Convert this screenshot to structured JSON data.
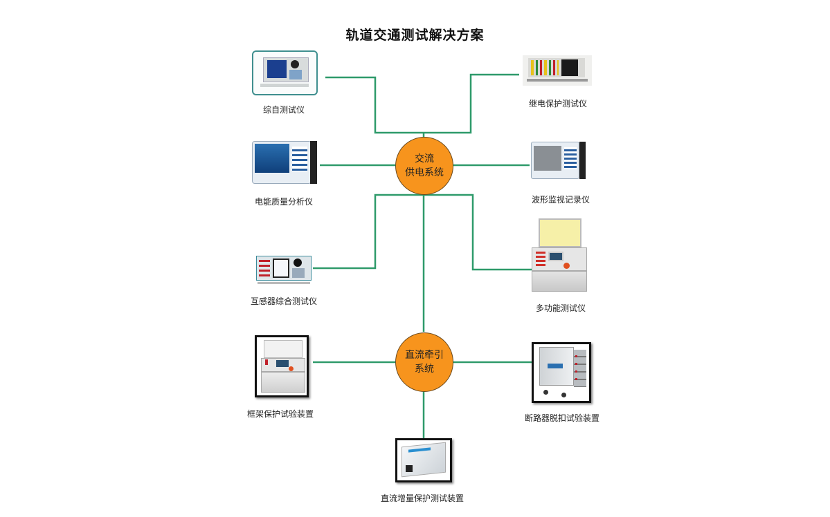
{
  "title": "轨道交通测试解决方案",
  "colors": {
    "line": "#2e9a6a",
    "hub_fill": "#f7941d",
    "hub_border": "#6b4a1e",
    "frame_teal": "#3f8f8f",
    "frame_black": "#111111"
  },
  "hubs": {
    "ac": {
      "line1": "交流",
      "line2": "供电系统"
    },
    "dc": {
      "line1": "直流牵引",
      "line2": "系统"
    }
  },
  "devices": {
    "comprehensive_tester": {
      "label": "综自测试仪",
      "icon": "instrument-image"
    },
    "relay_protection_tester": {
      "label": "继电保护测试仪",
      "icon": "instrument-image"
    },
    "power_quality_analyzer": {
      "label": "电能质量分析仪",
      "icon": "instrument-image"
    },
    "waveform_recorder": {
      "label": "波形监视记录仪",
      "icon": "instrument-image"
    },
    "transformer_tester": {
      "label": "互感器综合测试仪",
      "icon": "instrument-image"
    },
    "multifunction_tester": {
      "label": "多功能测试仪",
      "icon": "instrument-image"
    },
    "frame_protection_device": {
      "label": "框架保护试验装置",
      "icon": "instrument-image"
    },
    "breaker_trip_device": {
      "label": "断路器脱扣试验装置",
      "icon": "instrument-image"
    },
    "dc_incremental_protection_device": {
      "label": "直流增量保护测试装置",
      "icon": "instrument-image"
    }
  }
}
